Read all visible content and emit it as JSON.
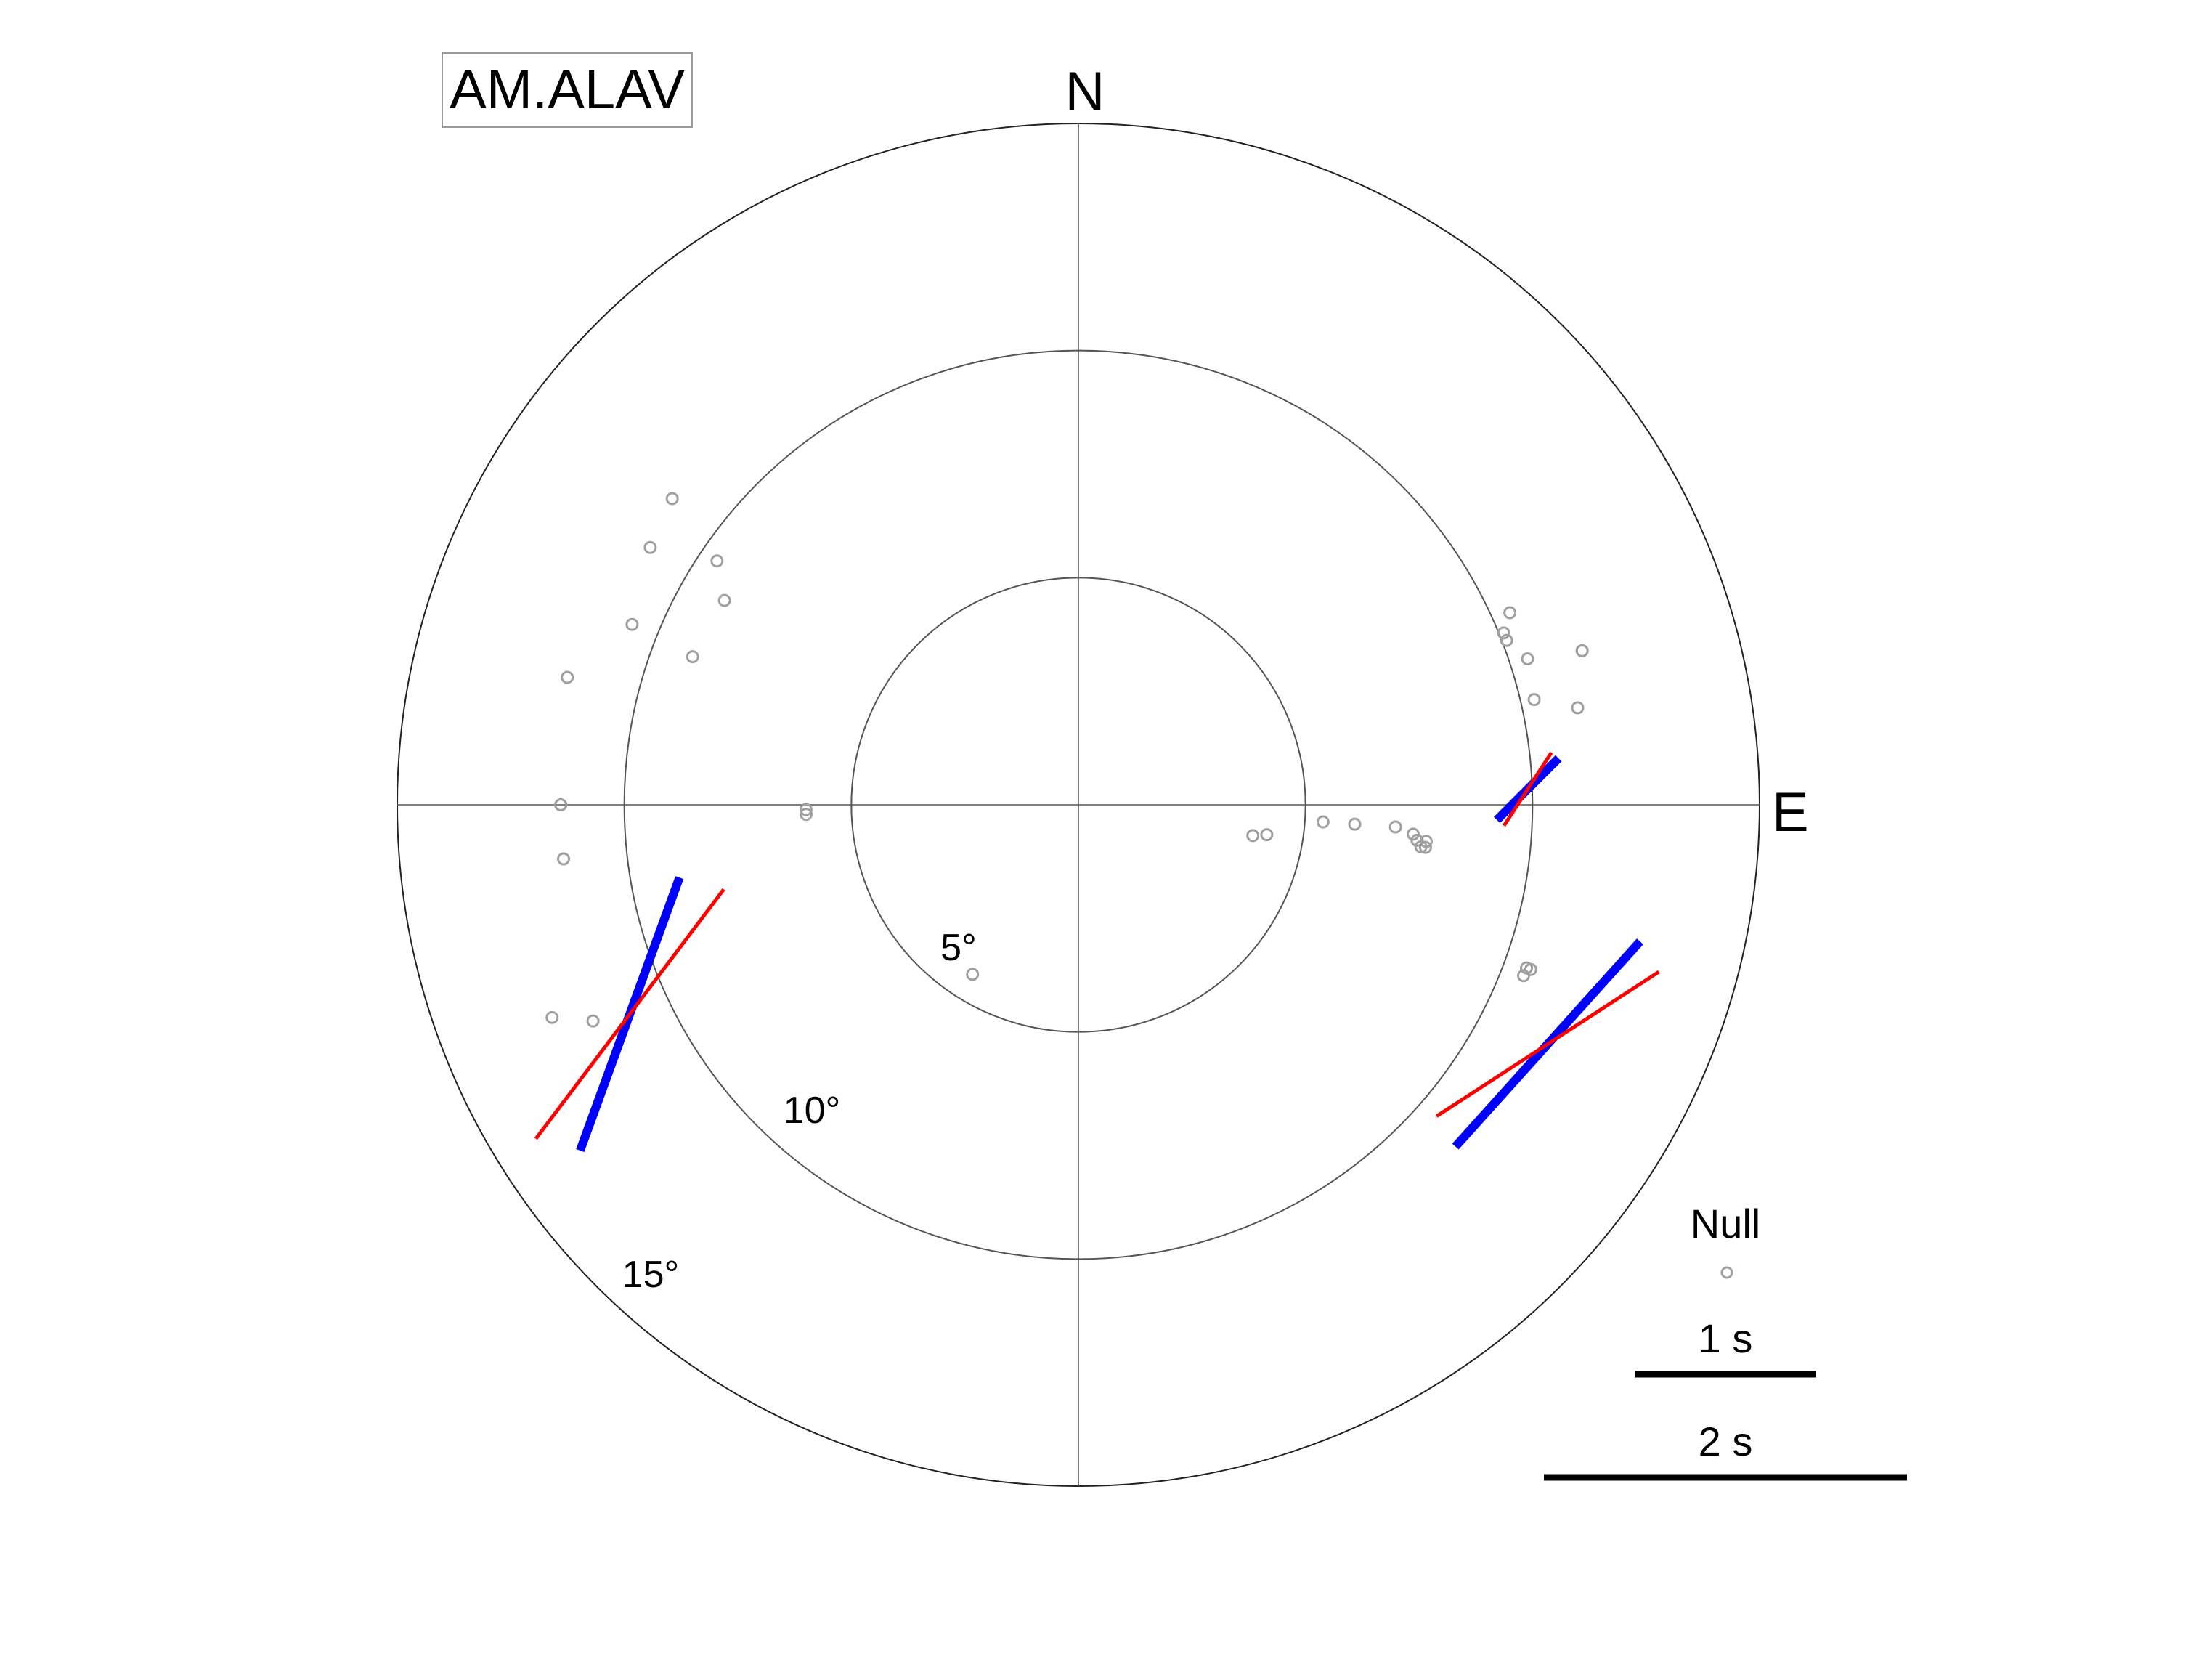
{
  "station": "AM.ALAV",
  "compass": {
    "north": "N",
    "east": "E"
  },
  "colors": {
    "fast_axis": "#0000ff",
    "rotation_corr": "#ff0000",
    "null_marker": "#a0a0a0",
    "grid": "#555555"
  },
  "chart_data": {
    "type": "polar-scatter",
    "description_of_axes": "angle = back-azimuth (degrees clockwise from N), radius = incidence angle (degrees)",
    "radial_max": 15,
    "rings": [
      {
        "value": 5,
        "label": "5°"
      },
      {
        "value": 10,
        "label": "10°"
      },
      {
        "value": 15,
        "label": "15°"
      }
    ],
    "nulls": [
      {
        "baz": 100,
        "inc": 3.9
      },
      {
        "baz": 99,
        "inc": 4.2
      },
      {
        "baz": 94,
        "inc": 5.4
      },
      {
        "baz": 94,
        "inc": 6.1
      },
      {
        "baz": 94,
        "inc": 7.0
      },
      {
        "baz": 95,
        "inc": 7.4
      },
      {
        "baz": 96,
        "inc": 7.5
      },
      {
        "baz": 96,
        "inc": 7.5
      },
      {
        "baz": 96,
        "inc": 7.7
      },
      {
        "baz": 97,
        "inc": 7.6
      },
      {
        "baz": 97,
        "inc": 7.7
      },
      {
        "baz": 68,
        "inc": 10.1
      },
      {
        "baz": 66,
        "inc": 10.4
      },
      {
        "baz": 69,
        "inc": 10.1
      },
      {
        "baz": 72,
        "inc": 10.4
      },
      {
        "baz": 77,
        "inc": 10.3
      },
      {
        "baz": 73,
        "inc": 11.6
      },
      {
        "baz": 73,
        "inc": 11.6
      },
      {
        "baz": 79,
        "inc": 11.2
      },
      {
        "baz": 110,
        "inc": 10.5
      },
      {
        "baz": 111,
        "inc": 10.5
      },
      {
        "baz": 110,
        "inc": 10.6
      },
      {
        "baz": 291,
        "inc": 9.1
      },
      {
        "baz": 300,
        "inc": 9.0
      },
      {
        "baz": 304,
        "inc": 9.6
      },
      {
        "baz": 292,
        "inc": 10.6
      },
      {
        "baz": 301,
        "inc": 11.0
      },
      {
        "baz": 307,
        "inc": 11.2
      },
      {
        "baz": 284,
        "inc": 11.6
      },
      {
        "baz": 270,
        "inc": 11.4
      },
      {
        "baz": 270,
        "inc": 11.4
      },
      {
        "baz": 264,
        "inc": 11.4
      },
      {
        "baz": 246,
        "inc": 11.7
      },
      {
        "baz": 248,
        "inc": 12.5
      },
      {
        "baz": 269,
        "inc": 6.0
      },
      {
        "baz": 268,
        "inc": 6.0
      },
      {
        "baz": 212,
        "inc": 4.4
      }
    ],
    "splits": [
      {
        "baz": 88,
        "inc": 9.9,
        "fast_phi": 45,
        "delay_s": 0.48,
        "rot_phi": 33,
        "rot_delay_s": 0.48
      },
      {
        "baz": 117,
        "inc": 11.6,
        "fast_phi": 42,
        "delay_s": 1.52,
        "rot_phi": 57,
        "rot_delay_s": 1.46
      },
      {
        "baz": 245,
        "inc": 10.9,
        "fast_phi": 20,
        "delay_s": 1.6,
        "rot_phi": 37,
        "rot_delay_s": 1.72
      }
    ],
    "legend": {
      "null_label": "Null",
      "scale_bars": [
        {
          "seconds": 1,
          "label": "1 s"
        },
        {
          "seconds": 2,
          "label": "2 s"
        }
      ]
    }
  }
}
